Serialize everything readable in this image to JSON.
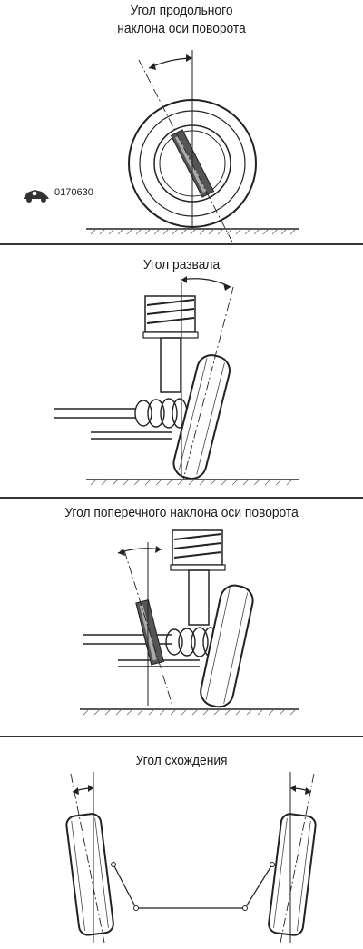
{
  "panels": [
    {
      "title_line1": "Угол продольного",
      "title_line2": "наклона оси поворота",
      "code": "0170630"
    },
    {
      "title": "Угол развала"
    },
    {
      "title": "Угол поперечного наклона оси поворота"
    },
    {
      "title": "Угол схождения"
    }
  ]
}
